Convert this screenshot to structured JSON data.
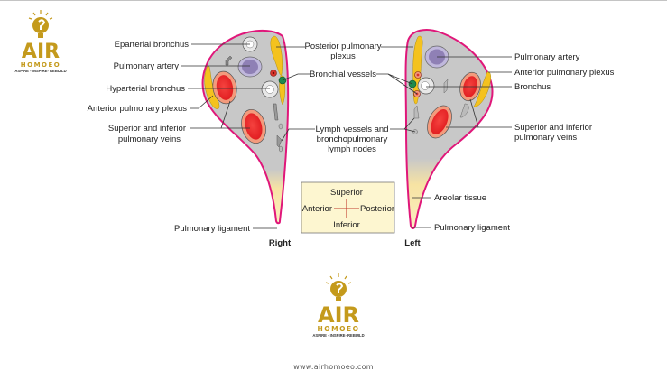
{
  "brand": {
    "name": "AIR",
    "sub": "HOMOEO",
    "tagline": "ASPIRE - INSPIRE- REBUILD",
    "color": "#c49a1c"
  },
  "footer_url": "www.airhomoeo.com",
  "colors": {
    "lung_border": "#e0177a",
    "lung_fill": "#c8c8c8",
    "plexus": "#f4c21e",
    "vein_outer": "#f39a7c",
    "vein_inner": "#e8272a",
    "artery": "#8f80b5",
    "bronchial_green": "#1f8a4c",
    "areolar": "#f7e3a3",
    "orientation_box": "#fdf6d0"
  },
  "right_lung": {
    "caption": "Right",
    "labels": {
      "eparterial_bronchus": "Eparterial bronchus",
      "pulmonary_artery": "Pulmonary artery",
      "hyparterial_bronchus": "Hyparterial bronchus",
      "anterior_plexus": "Anterior pulmonary plexus",
      "veins_line1": "Superior and inferior",
      "veins_line2": "pulmonary veins",
      "ligament": "Pulmonary ligament"
    }
  },
  "center_labels": {
    "posterior_plexus_line1": "Posterior pulmonary",
    "posterior_plexus_line2": "plexus",
    "bronchial_vessels": "Bronchial vessels",
    "lymph_line1": "Lymph vessels and",
    "lymph_line2": "bronchopulmonary",
    "lymph_line3": "lymph nodes"
  },
  "left_lung": {
    "caption": "Left",
    "labels": {
      "pulmonary_artery": "Pulmonary artery",
      "anterior_plexus": "Anterior pulmonary plexus",
      "bronchus": "Bronchus",
      "veins_line1": "Superior and inferior",
      "veins_line2": "pulmonary veins",
      "areolar": "Areolar tissue",
      "ligament": "Pulmonary ligament"
    }
  },
  "orientation": {
    "superior": "Superior",
    "inferior": "Inferior",
    "anterior": "Anterior",
    "posterior": "Posterior"
  }
}
